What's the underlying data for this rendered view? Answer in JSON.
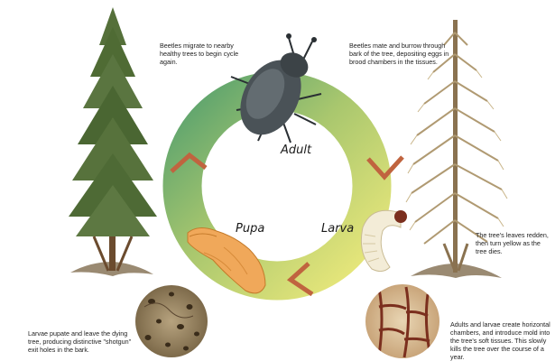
{
  "stages": {
    "adult": "Adult",
    "larva": "Larva",
    "pupa": "Pupa"
  },
  "notes": {
    "migrate": "Beetles migrate to nearby healthy trees to begin cycle again.",
    "burrow": "Beetles mate and burrow through bark of the tree, depositing eggs in brood chambers in the tissues.",
    "leaves": "The tree's leaves redden, then turn yellow as the tree dies.",
    "chambers": "Adults and larvae create horizontal chambers, and introduce mold into the tree's soft tissues. This slowly kills the tree over the course of a year.",
    "pupate": "Larvae pupate and leave the dying tree, producing distinctive \"shotgun\" exit holes in the bark."
  },
  "colors": {
    "ring_green": "#5fa36f",
    "ring_yellow": "#e6e57a",
    "arrow": "#c0643f",
    "healthy_tree": "#4f6b34",
    "dead_tree": "#b09a72"
  }
}
